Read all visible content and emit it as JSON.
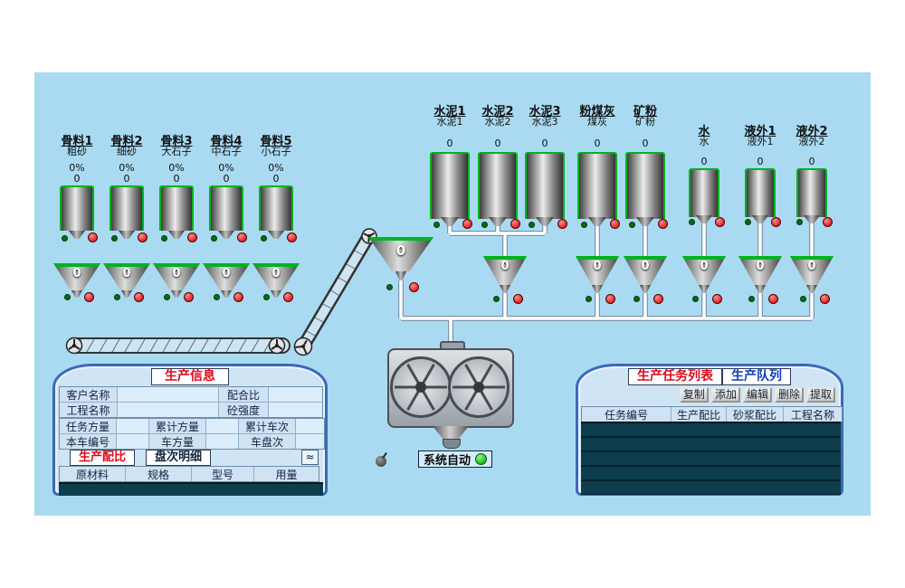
{
  "scene": {
    "system_status": "系统自动"
  },
  "aggregates": [
    {
      "title": "骨料1",
      "subtitle": "粗砂",
      "percent": "0%",
      "level": "0",
      "weight": "0"
    },
    {
      "title": "骨料2",
      "subtitle": "细砂",
      "percent": "0%",
      "level": "0",
      "weight": "0"
    },
    {
      "title": "骨料3",
      "subtitle": "大石子",
      "percent": "0%",
      "level": "0",
      "weight": "0"
    },
    {
      "title": "骨料4",
      "subtitle": "中石子",
      "percent": "0%",
      "level": "0",
      "weight": "0"
    },
    {
      "title": "骨料5",
      "subtitle": "小石子",
      "percent": "0%",
      "level": "0",
      "weight": "0"
    }
  ],
  "materials": [
    {
      "title": "水泥1",
      "subtitle": "水泥1",
      "level": "0"
    },
    {
      "title": "水泥2",
      "subtitle": "水泥2",
      "level": "0"
    },
    {
      "title": "水泥3",
      "subtitle": "水泥3",
      "level": "0"
    },
    {
      "title": "粉煤灰",
      "subtitle": "煤灰",
      "level": "0"
    },
    {
      "title": "矿粉",
      "subtitle": "矿粉",
      "level": "0"
    },
    {
      "title": "水",
      "subtitle": "水",
      "level": "0"
    },
    {
      "title": "液外1",
      "subtitle": "液外1",
      "level": "0"
    },
    {
      "title": "液外2",
      "subtitle": "液外2",
      "level": "0"
    }
  ],
  "weigh_hoppers": {
    "transfer": "0",
    "cement": "0",
    "flyash": "0",
    "mineral": "0",
    "water": "0",
    "additive1": "0",
    "additive2": "0"
  },
  "info_panel": {
    "title": "生产信息",
    "labels": {
      "customer": "客户名称",
      "mix_ratio": "配合比",
      "project": "工程名称",
      "strength": "砼强度",
      "task_volume": "任务方量",
      "total_volume": "累计方量",
      "total_trips": "累计车次",
      "truck_no": "本车编号",
      "truck_volume": "车方量",
      "batch_count": "车盘次"
    },
    "tabs": [
      "生产配比",
      "盘次明细"
    ],
    "scroll_hint": "≈",
    "columns": [
      "原材料",
      "规格",
      "型号",
      "用量"
    ]
  },
  "task_panel": {
    "title": "生产任务列表",
    "title2": "生产队列",
    "buttons": [
      "复制",
      "添加",
      "编辑",
      "删除",
      "提取"
    ],
    "columns": [
      "任务编号",
      "生产配比",
      "砂浆配比",
      "工程名称"
    ]
  },
  "colors": {
    "background": "#a9daf2",
    "silo_green": "#00b41e",
    "panel_dark": "#0e3d4d",
    "alarm_red": "#c80000"
  }
}
